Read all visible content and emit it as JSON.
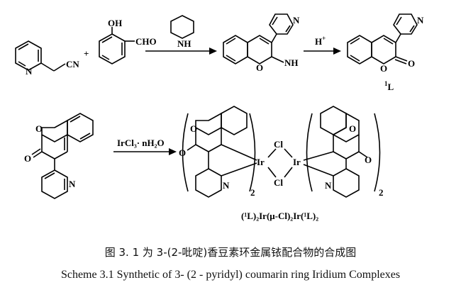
{
  "labels": {
    "pyridyl_acetonitrile_cn": "CN",
    "plus": "+",
    "salicylaldehyde_oh": "OH",
    "salicylaldehyde_cho": "CHO",
    "piperidine_nh": "NH",
    "imine_o": "O",
    "imine_nh": "NH",
    "acid": "H",
    "acid_sup": "+",
    "pyridine_n": "N",
    "coumarin_o_ring": "O",
    "coumarin_o_carbonyl": "O",
    "ligand_label": "L",
    "ligand_sup": "1",
    "reagent": "IrCl₃· nH₂O",
    "ir": "Ir",
    "cl": "Cl",
    "subscript_2": "2",
    "dimer_formula": "(¹L)₂Ir(μ-Cl)₂Ir(¹L)₂"
  },
  "caption": {
    "chinese": "图 3. 1 为 3-(2-吡啶)香豆素环金属铱配合物的合成图",
    "english": "Scheme 3.1 Synthetic of 3- (2 - pyridyl) coumarin ring Iridium Complexes"
  }
}
